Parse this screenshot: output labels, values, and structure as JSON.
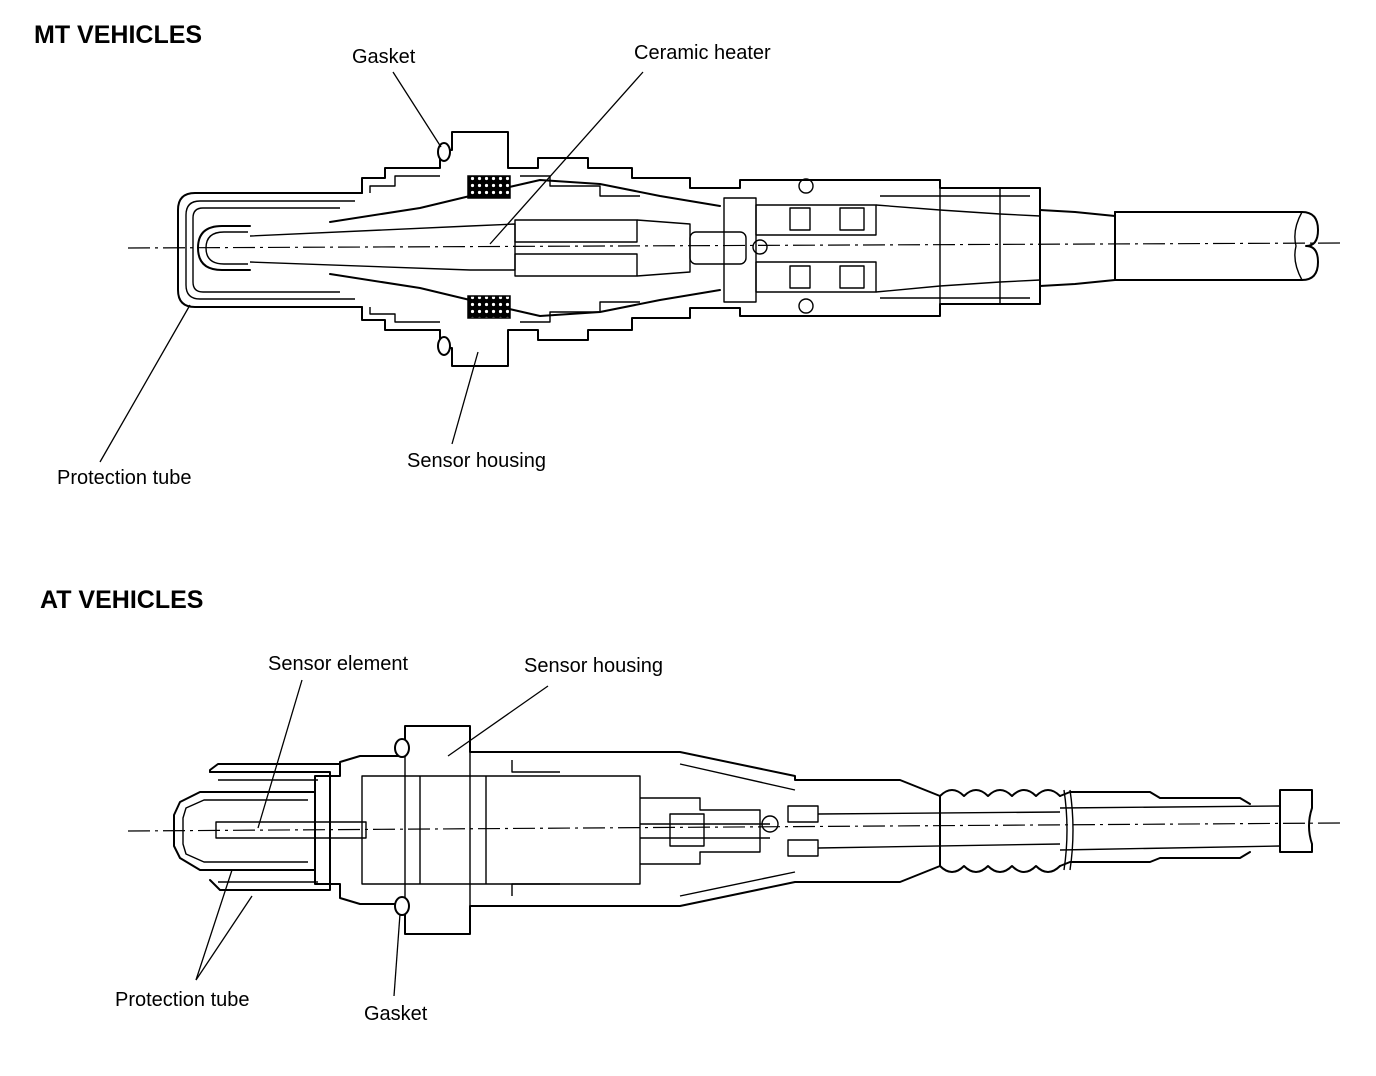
{
  "sections": {
    "mt": {
      "title": "MT VEHICLES",
      "labels": {
        "gasket": "Gasket",
        "ceramic_heater": "Ceramic heater",
        "protection_tube": "Protection tube",
        "sensor_housing": "Sensor housing"
      }
    },
    "at": {
      "title": "AT VEHICLES",
      "labels": {
        "sensor_element": "Sensor element",
        "sensor_housing": "Sensor housing",
        "protection_tube": "Protection tube",
        "gasket": "Gasket"
      }
    }
  },
  "colors": {
    "line": "#000000",
    "background": "#ffffff"
  }
}
